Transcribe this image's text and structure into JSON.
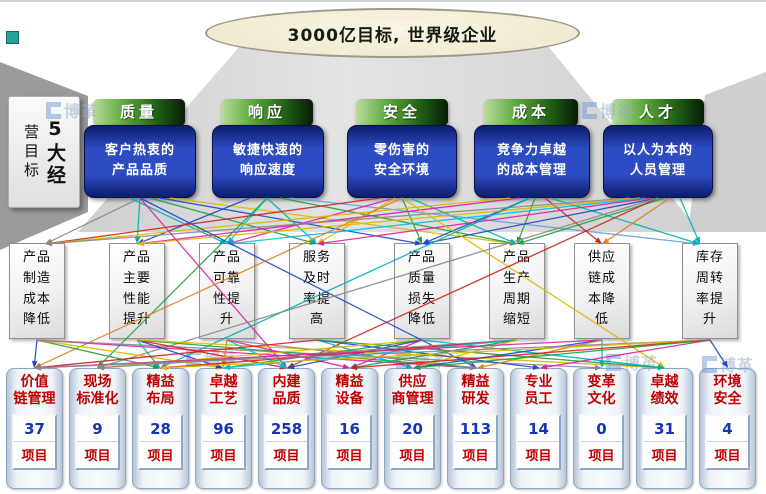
{
  "slide": {
    "goal_title": "3000亿目标, 世界级企业",
    "side_label_primary": "5大经",
    "side_label_secondary": "营目标"
  },
  "pillars": [
    {
      "header": "质量",
      "body": "客户热衷的\n产品品质"
    },
    {
      "header": "响应",
      "body": "敏捷快速的\n响应速度"
    },
    {
      "header": "安全",
      "body": "零伤害的\n安全环境"
    },
    {
      "header": "成本",
      "body": "竞争力卓越\n的成本管理"
    },
    {
      "header": "人才",
      "body": "以人为本的\n人员管理"
    }
  ],
  "measures": [
    {
      "label": "产品\n制造\n成本\n降低"
    },
    {
      "label": "产品\n主要\n性能\n提升"
    },
    {
      "label": "产品\n可靠\n性提\n升"
    },
    {
      "label": "服务\n及时\n率提\n高"
    },
    {
      "label": "产品\n质量\n损失\n降低"
    },
    {
      "label": "产品\n生产\n周期\n缩短"
    },
    {
      "label": "供应\n链成\n本降\n低"
    },
    {
      "label": "库存\n周转\n率提\n升"
    }
  ],
  "programs": [
    {
      "name": "价值\n链管理",
      "count": "37",
      "unit": "项目"
    },
    {
      "name": "现场\n标准化",
      "count": "9",
      "unit": "项目"
    },
    {
      "name": "精益\n布局",
      "count": "28",
      "unit": "项目"
    },
    {
      "name": "卓越\n工艺",
      "count": "96",
      "unit": "项目"
    },
    {
      "name": "内建\n品质",
      "count": "258",
      "unit": "项目"
    },
    {
      "name": "精益\n设备",
      "count": "16",
      "unit": "项目"
    },
    {
      "name": "供应\n商管理",
      "count": "20",
      "unit": "项目"
    },
    {
      "name": "精益\n研发",
      "count": "113",
      "unit": "项目"
    },
    {
      "name": "专业\n员工",
      "count": "14",
      "unit": "项目"
    },
    {
      "name": "变革\n文化",
      "count": "0",
      "unit": "项目"
    },
    {
      "name": "卓越\n绩效",
      "count": "31",
      "unit": "项目"
    },
    {
      "name": "环境\n安全",
      "count": "4",
      "unit": "项目"
    }
  ],
  "watermark": {
    "text": "博革"
  },
  "colors": {
    "pillar_blue": "#2d4cc4",
    "header_green": "#1e5c14",
    "count_blue": "#1535b5",
    "label_red": "#c00000",
    "ellipse_fill": "#f1ead0"
  },
  "connections": {
    "lines": [
      [
        140,
        198,
        45,
        244,
        "#888888"
      ],
      [
        140,
        198,
        137,
        244,
        "#00b0b8"
      ],
      [
        130,
        198,
        227,
        244,
        "#00b0b8"
      ],
      [
        150,
        198,
        317,
        244,
        "#20a040"
      ],
      [
        160,
        198,
        422,
        244,
        "#2048c8"
      ],
      [
        170,
        198,
        517,
        244,
        "#d8b800"
      ],
      [
        250,
        198,
        137,
        244,
        "#2048c8"
      ],
      [
        267,
        198,
        227,
        244,
        "#00c0e0"
      ],
      [
        267,
        198,
        317,
        244,
        "#00b0b8"
      ],
      [
        280,
        198,
        517,
        244,
        "#20a040"
      ],
      [
        290,
        198,
        700,
        244,
        "#68a0e0"
      ],
      [
        380,
        198,
        45,
        244,
        "#d02020"
      ],
      [
        395,
        198,
        227,
        244,
        "#e020a0"
      ],
      [
        402,
        198,
        422,
        244,
        "#20a040"
      ],
      [
        395,
        198,
        317,
        244,
        "#d8b800"
      ],
      [
        410,
        198,
        517,
        244,
        "#00b0b8"
      ],
      [
        510,
        198,
        45,
        244,
        "#d8b800"
      ],
      [
        520,
        198,
        137,
        244,
        "#e020a0"
      ],
      [
        530,
        198,
        422,
        244,
        "#2048c8"
      ],
      [
        535,
        198,
        517,
        244,
        "#20a040"
      ],
      [
        545,
        198,
        602,
        244,
        "#d02020"
      ],
      [
        550,
        198,
        700,
        244,
        "#00b0b8"
      ],
      [
        630,
        198,
        45,
        244,
        "#888888"
      ],
      [
        640,
        198,
        137,
        244,
        "#d8b800"
      ],
      [
        645,
        198,
        227,
        244,
        "#00c0e0"
      ],
      [
        650,
        198,
        317,
        244,
        "#e020a0"
      ],
      [
        658,
        198,
        422,
        244,
        "#2048c8"
      ],
      [
        665,
        198,
        517,
        244,
        "#20a040"
      ],
      [
        670,
        198,
        602,
        244,
        "#e08020"
      ],
      [
        680,
        198,
        700,
        244,
        "#00b0b8"
      ],
      [
        140,
        198,
        287,
        368,
        "#e020a0"
      ],
      [
        267,
        198,
        97,
        368,
        "#20a040"
      ],
      [
        402,
        198,
        665,
        368,
        "#d8b800"
      ],
      [
        530,
        198,
        160,
        368,
        "#00b0b8"
      ],
      [
        658,
        198,
        287,
        368,
        "#d02020"
      ],
      [
        140,
        198,
        477,
        368,
        "#2048c8"
      ],
      [
        658,
        198,
        97,
        368,
        "#888888"
      ],
      [
        402,
        198,
        34,
        368,
        "#e08020"
      ],
      [
        37,
        340,
        34,
        368,
        "#2048c8"
      ],
      [
        37,
        340,
        160,
        368,
        "#20a040"
      ],
      [
        37,
        340,
        223,
        368,
        "#d8b800"
      ],
      [
        37,
        340,
        477,
        368,
        "#e020a0"
      ],
      [
        37,
        340,
        602,
        368,
        "#888888"
      ],
      [
        137,
        340,
        160,
        368,
        "#00b0b8"
      ],
      [
        137,
        340,
        223,
        368,
        "#2048c8"
      ],
      [
        137,
        340,
        287,
        368,
        "#d02020"
      ],
      [
        137,
        340,
        477,
        368,
        "#20a040"
      ],
      [
        137,
        340,
        665,
        368,
        "#d8b800"
      ],
      [
        227,
        340,
        223,
        368,
        "#e08020"
      ],
      [
        227,
        340,
        287,
        368,
        "#00c0e0"
      ],
      [
        227,
        340,
        350,
        368,
        "#e020a0"
      ],
      [
        227,
        340,
        477,
        368,
        "#888888"
      ],
      [
        317,
        340,
        34,
        368,
        "#d02020"
      ],
      [
        317,
        340,
        413,
        368,
        "#00b0b8"
      ],
      [
        317,
        340,
        540,
        368,
        "#2048c8"
      ],
      [
        317,
        340,
        665,
        368,
        "#20a040"
      ],
      [
        422,
        340,
        97,
        368,
        "#d8b800"
      ],
      [
        422,
        340,
        223,
        368,
        "#20a040"
      ],
      [
        422,
        340,
        287,
        368,
        "#2048c8"
      ],
      [
        422,
        340,
        350,
        368,
        "#e020a0"
      ],
      [
        422,
        340,
        665,
        368,
        "#00b0b8"
      ],
      [
        517,
        340,
        97,
        368,
        "#888888"
      ],
      [
        517,
        340,
        160,
        368,
        "#d02020"
      ],
      [
        517,
        340,
        223,
        368,
        "#00c0e0"
      ],
      [
        517,
        340,
        350,
        368,
        "#20a040"
      ],
      [
        517,
        340,
        413,
        368,
        "#d8b800"
      ],
      [
        602,
        340,
        34,
        368,
        "#e020a0"
      ],
      [
        602,
        340,
        413,
        368,
        "#2048c8"
      ],
      [
        602,
        340,
        477,
        368,
        "#e08020"
      ],
      [
        602,
        340,
        602,
        368,
        "#00b0b8"
      ],
      [
        710,
        340,
        34,
        368,
        "#888888"
      ],
      [
        710,
        340,
        160,
        368,
        "#d8b800"
      ],
      [
        710,
        340,
        350,
        368,
        "#d02020"
      ],
      [
        710,
        340,
        413,
        368,
        "#20a040"
      ],
      [
        710,
        340,
        540,
        368,
        "#e020a0"
      ],
      [
        710,
        340,
        728,
        368,
        "#2048c8"
      ]
    ]
  }
}
